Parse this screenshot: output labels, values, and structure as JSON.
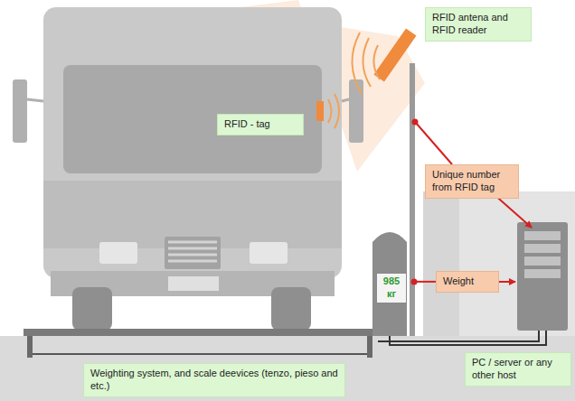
{
  "diagram": {
    "nodes": [
      {
        "text": [
          "RFID antena and RFID reader"
        ]
      },
      {
        "text": [
          "RFID - tag"
        ]
      },
      {
        "text": [
          "Unique number from RFID tag"
        ]
      },
      {
        "text": [
          "985 кг"
        ]
      },
      {
        "text": [
          "Weight"
        ]
      },
      {
        "text": [
          "PC / server or any other host"
        ]
      },
      {
        "text": [
          "Weighting system, and scale deevices (tenzo, pieso and etc.)"
        ]
      }
    ],
    "edges": [
      {
        "from": 3,
        "to": 4,
        "arrow": "none"
      }
    ]
  }
}
